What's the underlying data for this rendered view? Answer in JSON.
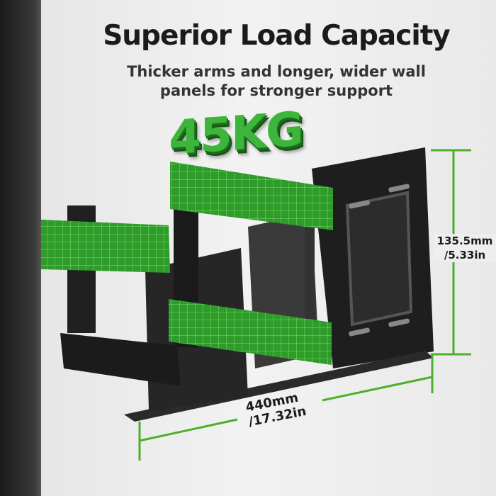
{
  "title": "Superior Load Capacity",
  "subtitle_line1": "Thicker arms and longer, wider wall",
  "subtitle_line2": "panels for stronger support",
  "load_badge": "45KG",
  "height_dimension": {
    "mm": "135.5mm",
    "in": "/5.33in"
  },
  "width_dimension": {
    "mm": "440mm",
    "in": "/17.32in"
  },
  "colors": {
    "accent": "#3db53a",
    "dimension_line": "#4caf2a",
    "mount": "#1c1c1c"
  }
}
